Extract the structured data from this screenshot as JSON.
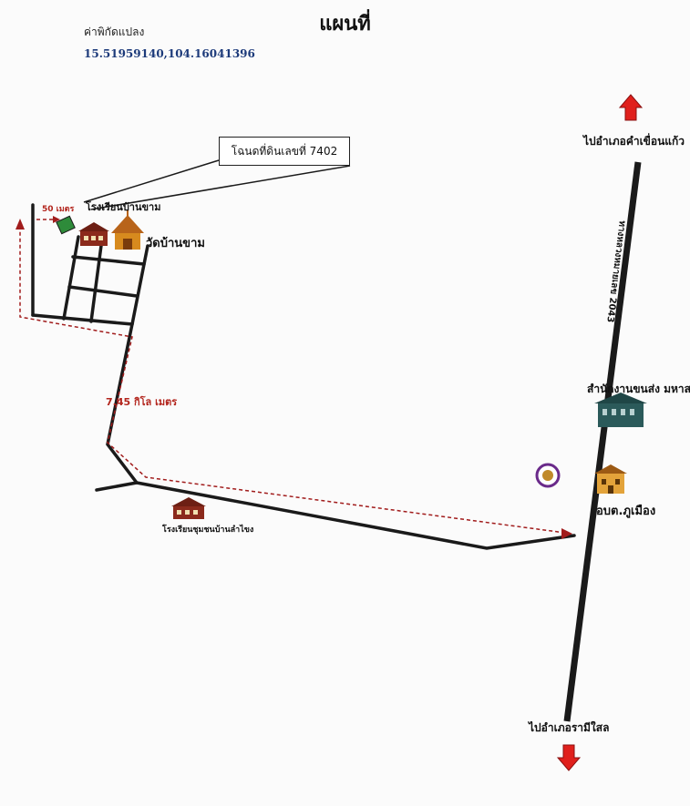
{
  "title": "แผนที่",
  "coordinates": {
    "label": "ค่าพิกัดแปลง",
    "value": "15.51959140,104.16041396"
  },
  "deed_label": "โฉนดที่ดินเลขที่ 7402",
  "places": {
    "school_top": "โรงเรียนบ้านขาม",
    "temple": "วัดบ้านขาม",
    "school_bottom": "โรงเรียนชุมชนบ้านลำไขง",
    "provincial_office": "สำนักงานขนส่ง มหาสารคาม",
    "tambon_org": "อบต.ภูเมือง"
  },
  "distances": {
    "short": "50 เมตร",
    "long": "7.45 กิโล เมตร"
  },
  "directions": {
    "north": "ไปอำเภอคำเขื่อนแก้ว",
    "south": "ไปอำเภอรามีใสล"
  },
  "road_label": "ทางหลวงหมายเลข 2043",
  "colors": {
    "road": "#1a1a1a",
    "route": "#a11c1c",
    "arrow": "#e0201c",
    "plot": "#2e8b3a",
    "building": "#2b5a5a"
  }
}
